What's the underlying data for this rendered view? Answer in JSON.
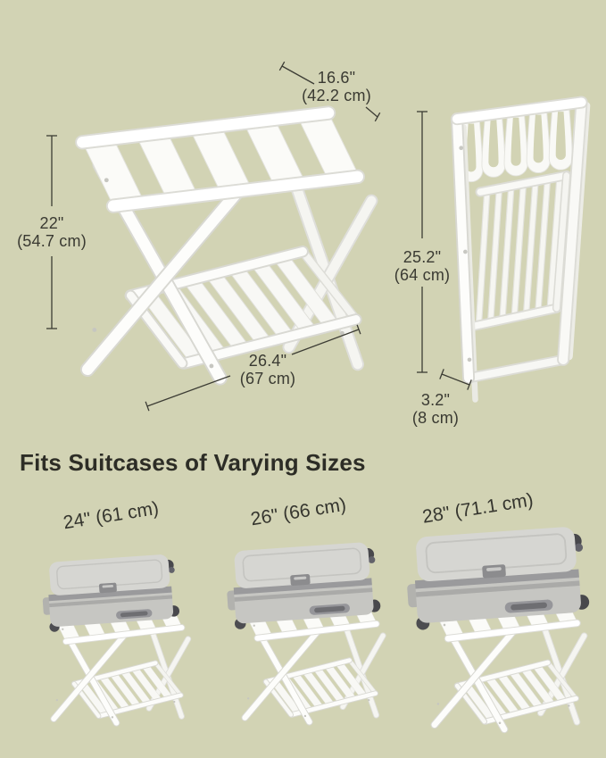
{
  "colors": {
    "background": "#d2d3b4",
    "dimension_line": "#3c3c34",
    "dimension_text": "#3a3a32",
    "heading_text": "#2d2d26",
    "rack_white": "#fbfbf8",
    "suitcase_gray": "#c9c9c5"
  },
  "dimensions": {
    "open_rack": {
      "top_width_in": "16.6\"",
      "top_width_cm": "(42.2 cm)",
      "height_in": "22\"",
      "height_cm": "(54.7 cm)",
      "depth_in": "26.4\"",
      "depth_cm": "(67 cm)"
    },
    "folded_rack": {
      "height_in": "25.2\"",
      "height_cm": "(64 cm)",
      "depth_in": "3.2\"",
      "depth_cm": "(8 cm)"
    }
  },
  "suitcase_section": {
    "heading": "Fits Suitcases of Varying Sizes",
    "sizes": [
      "24\" (61 cm)",
      "26\" (66 cm)",
      "28\" (71.1 cm)"
    ]
  }
}
